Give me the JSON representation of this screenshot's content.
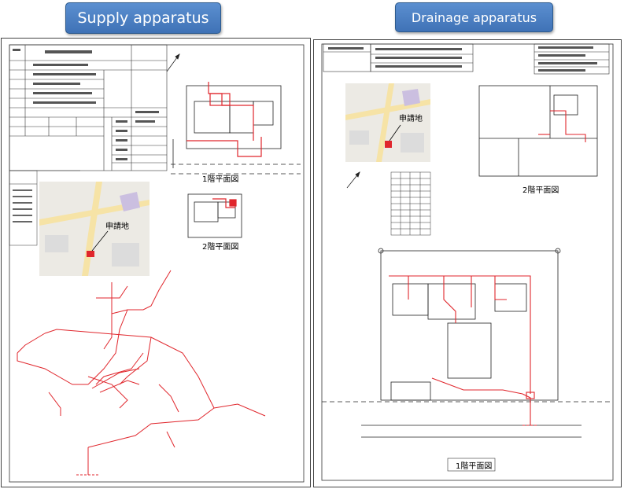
{
  "buttons": {
    "supply": "Supply apparatus",
    "drainage": "Drainage apparatus"
  },
  "supply_sheet": {
    "site_label": "申請地",
    "floor1_label": "1階平面図",
    "floor2_label": "2階平面図"
  },
  "drainage_sheet": {
    "site_label": "申請地",
    "floor1_label": "1階平面図",
    "floor2_label": "2階平面図"
  },
  "colors": {
    "pipe": "#e0262c",
    "button": "#4a7ec3",
    "line": "#222222"
  }
}
